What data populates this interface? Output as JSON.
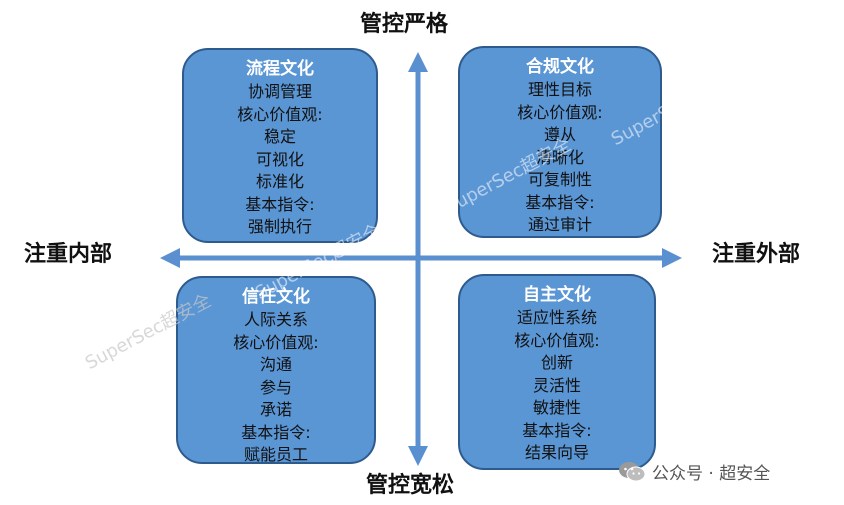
{
  "axes": {
    "top": "管控严格",
    "bottom": "管控宽松",
    "left": "注重内部",
    "right": "注重外部"
  },
  "quadrants": [
    {
      "title": "流程文化",
      "items": [
        "协调管理",
        "核心价值观:",
        "稳定",
        "可视化",
        "标准化",
        "基本指令:",
        "强制执行"
      ]
    },
    {
      "title": "合规文化",
      "items": [
        "理性目标",
        "核心价值观:",
        "遵从",
        "清晰化",
        "可复制性",
        "基本指令:",
        "通过审计"
      ]
    },
    {
      "title": "信任文化",
      "items": [
        "人际关系",
        "核心价值观:",
        "沟通",
        "参与",
        "承诺",
        "基本指令:",
        "赋能员工"
      ]
    },
    {
      "title": "自主文化",
      "items": [
        "适应性系统",
        "核心价值观:",
        "创新",
        "灵活性",
        "敏捷性",
        "基本指令:",
        "结果向导"
      ]
    }
  ],
  "watermark": "SuperSec超安全",
  "footer": {
    "icon": "wechat-icon",
    "text": "公众号 · 超安全"
  },
  "colors": {
    "quadrant_fill": "#5a95d4",
    "quadrant_border": "#2e5b8e",
    "arrow": "#5a8fd0"
  }
}
